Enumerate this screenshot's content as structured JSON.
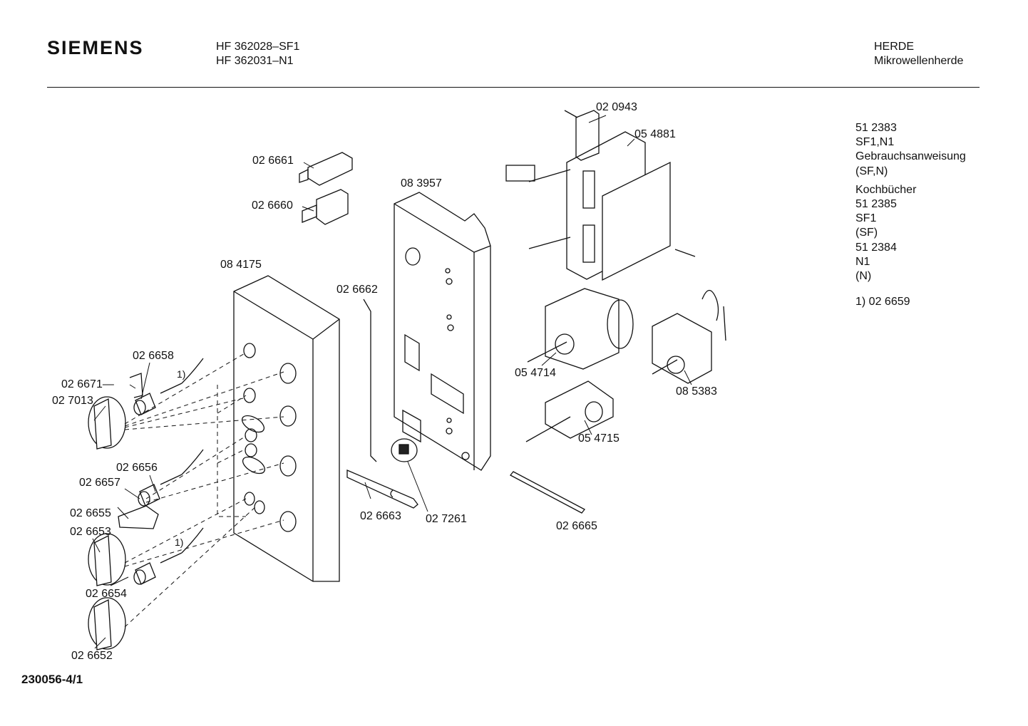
{
  "header": {
    "brand": "SIEMENS",
    "models": [
      "HF 362028–SF1",
      "HF 362031–N1"
    ],
    "category": "HERDE",
    "subcategory": "Mikrowellenherde"
  },
  "parts": [
    {
      "id": "p-020943",
      "label": "02 0943"
    },
    {
      "id": "p-054881",
      "label": "05 4881"
    },
    {
      "id": "p-026661",
      "label": "02 6661"
    },
    {
      "id": "p-026660",
      "label": "02 6660"
    },
    {
      "id": "p-083957",
      "label": "08 3957"
    },
    {
      "id": "p-084175",
      "label": "08 4175"
    },
    {
      "id": "p-026662",
      "label": "02 6662"
    },
    {
      "id": "p-054714",
      "label": "05 4714"
    },
    {
      "id": "p-085383",
      "label": "08 5383"
    },
    {
      "id": "p-026658",
      "label": "02 6658"
    },
    {
      "id": "p-026671",
      "label": "02 6671—"
    },
    {
      "id": "p-027013",
      "label": "02 7013"
    },
    {
      "id": "p-054715",
      "label": "05 4715"
    },
    {
      "id": "p-026656",
      "label": "02 6656"
    },
    {
      "id": "p-026657",
      "label": "02 6657"
    },
    {
      "id": "p-026655",
      "label": "02 6655"
    },
    {
      "id": "p-026663",
      "label": "02 6663"
    },
    {
      "id": "p-027261",
      "label": "02 7261"
    },
    {
      "id": "p-026665",
      "label": "02 6665"
    },
    {
      "id": "p-026653",
      "label": "02 6653"
    },
    {
      "id": "p-026654",
      "label": "02 6654"
    },
    {
      "id": "p-026652",
      "label": "02 6652"
    }
  ],
  "footnote_marks": [
    "1)",
    "1)"
  ],
  "notes": [
    "51 2383",
    "SF1,N1",
    "Gebrauchsanweisung",
    "(SF,N)",
    "Kochbücher",
    "51 2385",
    "SF1",
    "(SF)",
    "51 2384",
    "N1",
    "(N)",
    "1) 02 6659"
  ],
  "footer": "230056-4/1"
}
